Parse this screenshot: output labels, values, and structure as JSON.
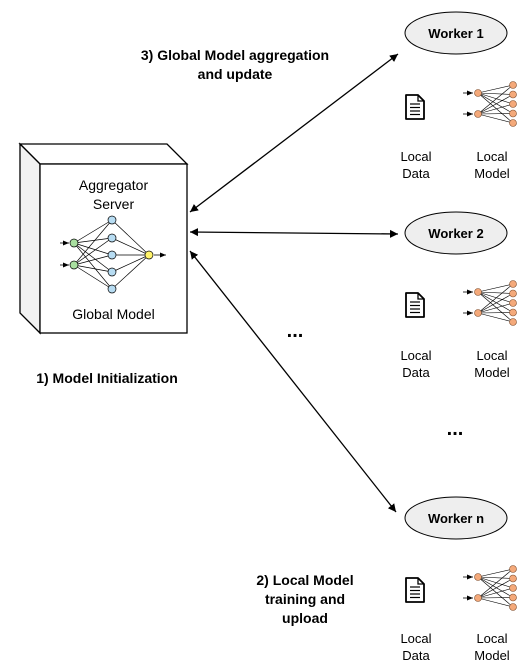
{
  "server": {
    "title_line1": "Aggregator",
    "title_line2": "Server",
    "model_label": "Global Model"
  },
  "steps": {
    "step1": "1) Model Initialization",
    "step2_line1": "2) Local Model",
    "step2_line2": "training and",
    "step2_line3": "upload",
    "step3_line1": "3) Global Model aggregation",
    "step3_line2": "and update"
  },
  "workers": [
    {
      "name": "Worker 1",
      "data_line1": "Local",
      "data_line2": "Data",
      "model_line1": "Local",
      "model_line2": "Model"
    },
    {
      "name": "Worker 2",
      "data_line1": "Local",
      "data_line2": "Data",
      "model_line1": "Local",
      "model_line2": "Model"
    },
    {
      "name": "Worker n",
      "data_line1": "Local",
      "data_line2": "Data",
      "model_line1": "Local",
      "model_line2": "Model"
    }
  ],
  "ellipsis": "...",
  "colors": {
    "server_face": "#ffffff",
    "server_side": "#f2f2f2",
    "worker_fill": "#eeeeee",
    "node_input": "#a9dfa0",
    "node_hidden": "#b7dcf2",
    "node_output": "#fff36b",
    "node_local": "#f4a97a"
  }
}
